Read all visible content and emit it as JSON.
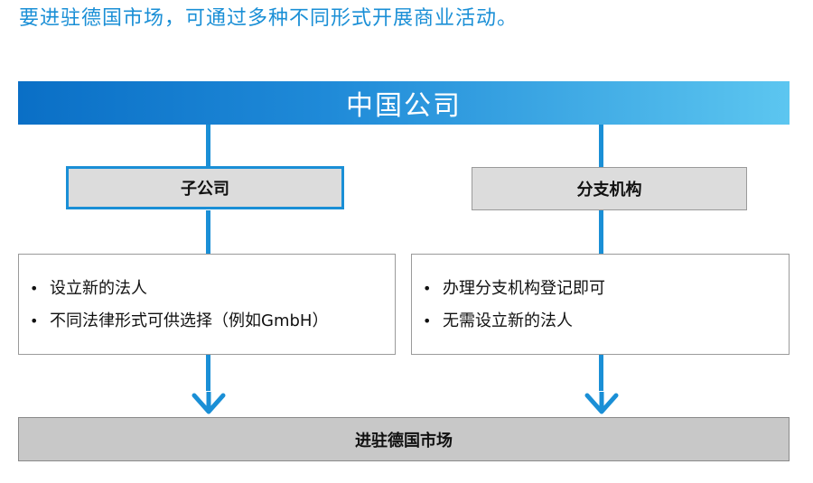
{
  "heading": "要进驻德国市场，可通过多种不同形式开展商业活动。",
  "top": {
    "label": "中国公司"
  },
  "left": {
    "label": "子公司",
    "items": [
      "设立新的法人",
      "不同法律形式可供选择（例如GmbH）"
    ]
  },
  "right": {
    "label": "分支机构",
    "items": [
      "办理分支机构登记即可",
      "无需设立新的法人"
    ]
  },
  "bottom": {
    "label": "进驻德国市场"
  },
  "colors": {
    "accent": "#1a8fd6",
    "gradient_start": "#0a6fc6",
    "gradient_end": "#5cc6f0",
    "box_gray": "#dcdcdc",
    "bottom_gray": "#c8c8c8"
  }
}
